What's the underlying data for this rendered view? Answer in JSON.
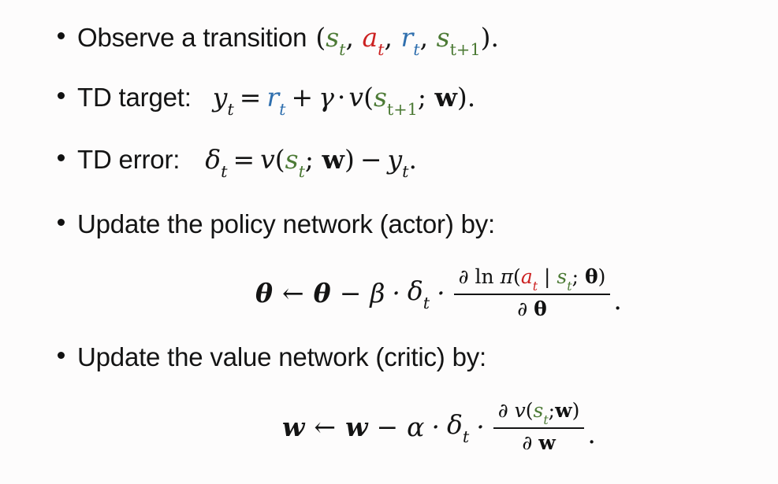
{
  "slide": {
    "background_color": "#fdfcfc",
    "text_color": "#141414",
    "accent_colors": {
      "state_green": "#4c7a35",
      "action_red": "#cc2121",
      "reward_blue": "#2f6fae"
    }
  },
  "bullets": [
    {
      "id": "observe-transition",
      "label": "Observe a transition",
      "equation_plain": "(s_t, a_t, r_t, s_{t+1})."
    },
    {
      "id": "td-target",
      "label": "TD target:",
      "equation_plain": "y_t = r_t + γ · v(s_{t+1}; w)."
    },
    {
      "id": "td-error",
      "label": "TD error:",
      "equation_plain": "δ_t = v(s_t; w) − y_t."
    },
    {
      "id": "update-policy-network",
      "label": "Update the policy network (actor) by:",
      "equation_plain": "θ ← θ − β · δ_t · ∂ ln π(a_t | s_t; θ) / ∂ θ."
    },
    {
      "id": "update-value-network",
      "label": "Update the value network (critic) by:",
      "equation_plain": "w ← w − α · δ_t · ∂ v(s_t; w) / ∂ w."
    }
  ],
  "symbols": {
    "open_paren": "(",
    "close_paren": ")",
    "comma": ",",
    "period": ".",
    "semicolon": ";",
    "mid_bar": "|",
    "equals": "=",
    "plus": "+",
    "minus": "−",
    "cdot": "·",
    "leftarrow": "←",
    "partial": "∂",
    "ln": "ln",
    "pi": "π",
    "gamma": "γ",
    "delta": "δ",
    "beta": "β",
    "alpha": "α",
    "theta": "θ",
    "bold_w": "w",
    "v": "v",
    "y": "y",
    "s": "s",
    "a": "a",
    "r": "r",
    "t": "t",
    "t_plus_1": "t+1"
  }
}
